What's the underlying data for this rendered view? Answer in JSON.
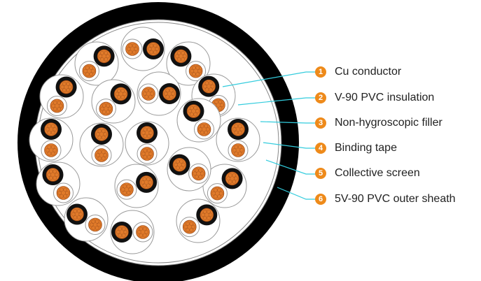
{
  "legend": [
    {
      "num": "1",
      "label": "Cu conductor"
    },
    {
      "num": "2",
      "label": "V-90 PVC insulation"
    },
    {
      "num": "3",
      "label": "Non-hygroscopic filler"
    },
    {
      "num": "4",
      "label": "Binding tape"
    },
    {
      "num": "5",
      "label": "Collective screen"
    },
    {
      "num": "6",
      "label": "5V-90 PVC outer sheath"
    }
  ],
  "colors": {
    "accent": "#ee8a1a",
    "leader_line": "#33ccdd",
    "copper": "#e07a2a",
    "black_insulation": "#111111",
    "sheath": "#000000"
  }
}
